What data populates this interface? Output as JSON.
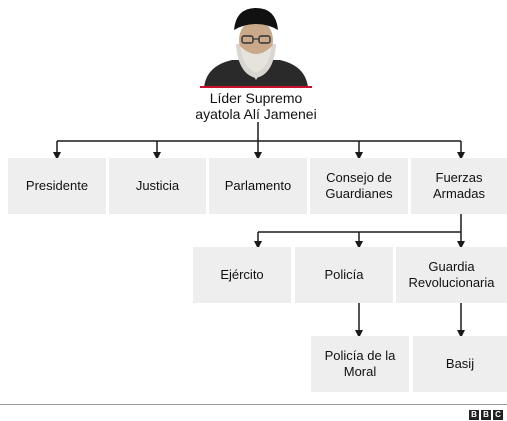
{
  "leader": {
    "title_line1": "Líder Supremo",
    "title_line2": "ayatola Alí Jamenei"
  },
  "row1": [
    "Presidente",
    "Justicia",
    "Parlamento",
    "Consejo de\nGuardianes",
    "Fuerzas\nArmadas"
  ],
  "row2": [
    "Ejército",
    "Policía",
    "Guardia\nRevolucionaria"
  ],
  "row3": [
    "Policía de la\nMoral",
    "Basij"
  ],
  "footer": {
    "logo_letters": [
      "B",
      "B",
      "C"
    ]
  },
  "colors": {
    "box_bg": "#eeeeee",
    "line": "#1a1a1a",
    "accent_underline": "#c8102e"
  }
}
